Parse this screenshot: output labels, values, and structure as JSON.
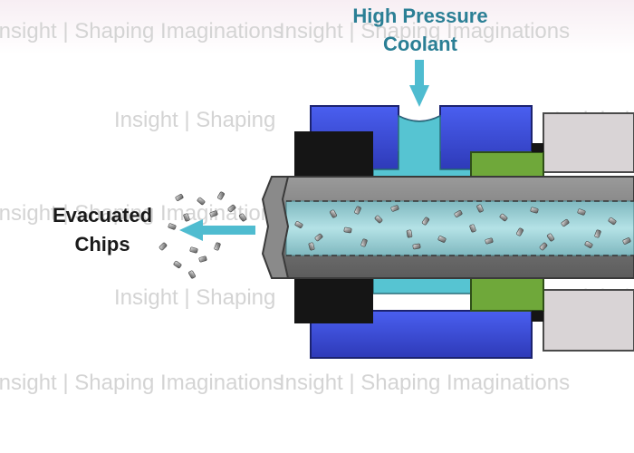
{
  "labels": {
    "coolant_line1": "High Pressure",
    "coolant_line2": "Coolant",
    "chips_line1": "Evacuated",
    "chips_line2": "Chips"
  },
  "watermark": {
    "full": "Insight | Shaping Imaginations",
    "short": "Insight | Shaping"
  },
  "colors": {
    "coolant_label": "#2b7f95",
    "chips_label": "#1a1a1a",
    "arrow": "#4fbcd0",
    "housing_blue": "#3c4fd8",
    "coolant_fill": "#56c4d2",
    "seal_green": "#6fa83a",
    "black_ring": "#151515",
    "tool_gray": "#7c7c7c",
    "bore_cyan": "#9fd6dc",
    "right_part": "#d9d4d6"
  },
  "icons": [
    "down-arrow-icon",
    "left-arrow-icon"
  ]
}
